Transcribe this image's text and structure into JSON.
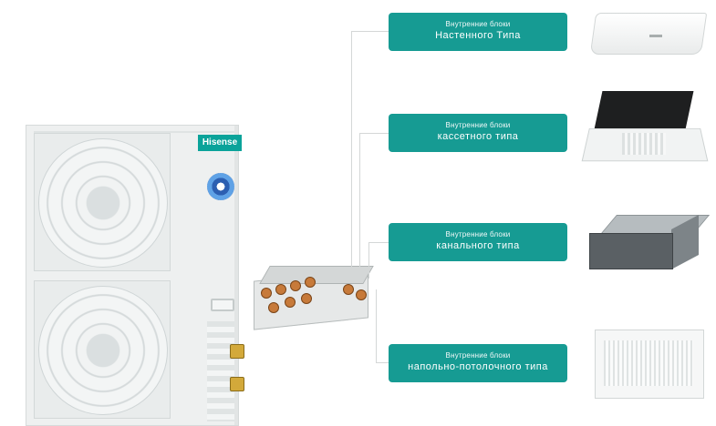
{
  "brand": {
    "logo_text": "Hisense"
  },
  "indoor_types": [
    {
      "small": "Внутренние блоки",
      "big": "Настенного Типа",
      "icon": "wall-mounted-unit"
    },
    {
      "small": "Внутренние блоки",
      "big": "кассетного типа",
      "icon": "cassette-unit"
    },
    {
      "small": "Внутренние блоки",
      "big": "канального типа",
      "icon": "duct-unit"
    },
    {
      "small": "Внутренние блоки",
      "big": "напольно-потолочного типа",
      "icon": "floor-ceiling-unit"
    }
  ],
  "colors": {
    "label_bg": "#169b93",
    "label_text": "#ffffff",
    "brand": "#0aa39a"
  }
}
